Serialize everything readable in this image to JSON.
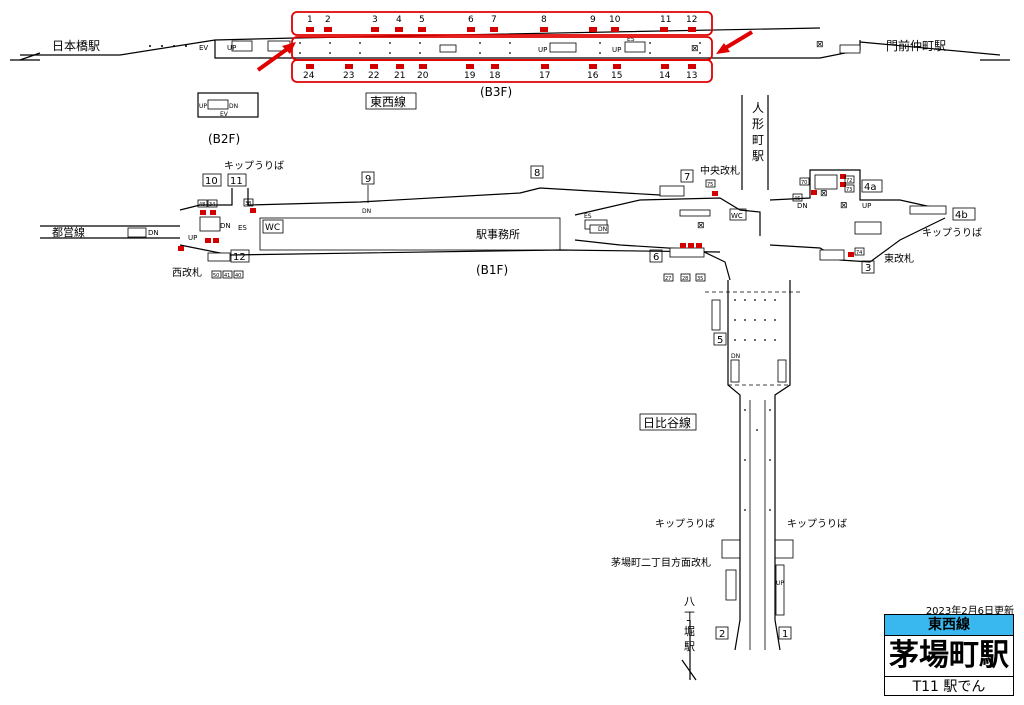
{
  "stations": {
    "nihonbashi": "日本橋駅",
    "monzen": "門前仲町駅",
    "ningyocho": "人形町駅",
    "hatchobori": "八丁堀駅"
  },
  "floors": {
    "b3": "(B3F)",
    "b2": "(B2F)",
    "b1": "(B1F)"
  },
  "lines": {
    "tozai": "東西線",
    "toei": "都営線",
    "hibiya": "日比谷線"
  },
  "labels": {
    "office": "駅事務所",
    "central_gate": "中央改札",
    "west_gate": "西改札",
    "east_gate": "東改札",
    "kayabacho_gate": "茅場町二丁目方面改札",
    "kiosk": "キップうりば",
    "up": "UP",
    "dn": "DN",
    "es": "ES",
    "ev": "EV",
    "wc": "WC"
  },
  "cars_top": [
    "1",
    "2",
    "3",
    "4",
    "5",
    "6",
    "7",
    "8",
    "9",
    "10",
    "11",
    "12"
  ],
  "cars_bottom": [
    "24",
    "23",
    "22",
    "21",
    "20",
    "19",
    "18",
    "17",
    "16",
    "15",
    "14",
    "13"
  ],
  "exits": [
    "1",
    "2",
    "3",
    "4a",
    "4b",
    "5",
    "6",
    "7",
    "8",
    "9",
    "10",
    "11",
    "12"
  ],
  "small_tags": [
    "48",
    "34",
    "38",
    "50",
    "41",
    "40",
    "27",
    "28",
    "35",
    "70",
    "72",
    "73",
    "74",
    "46",
    "75"
  ],
  "info": {
    "updated": "2023年2月6日更新",
    "line": "東西線",
    "station": "茅場町駅",
    "footer": "T11 駅でん"
  },
  "colors": {
    "car_marker": "#d40000",
    "highlight": "#e00000",
    "info_line_bg": "#39b8f0"
  }
}
